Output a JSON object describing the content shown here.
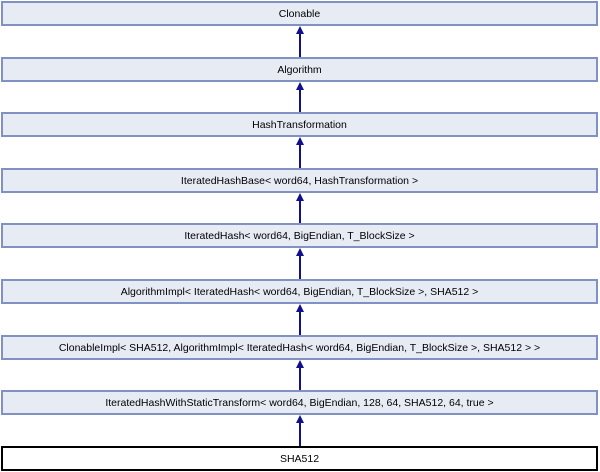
{
  "diagram": {
    "type": "class-inheritance-graph",
    "orientation": "vertical, arrows point upward from derived class to base class",
    "nodes": [
      {
        "label": "Clonable"
      },
      {
        "label": "Algorithm"
      },
      {
        "label": "HashTransformation"
      },
      {
        "label": "IteratedHashBase< word64, HashTransformation >"
      },
      {
        "label": "IteratedHash< word64, BigEndian, T_BlockSize >"
      },
      {
        "label": "AlgorithmImpl< IteratedHash< word64, BigEndian, T_BlockSize >, SHA512 >"
      },
      {
        "label": "ClonableImpl< SHA512, AlgorithmImpl< IteratedHash< word64, BigEndian, T_BlockSize >, SHA512 > >"
      },
      {
        "label": "IteratedHashWithStaticTransform< word64, BigEndian, 128, 64, SHA512, 64, true >"
      },
      {
        "label": "SHA512",
        "current": true
      }
    ],
    "edges": [
      {
        "from": 1,
        "to": 0
      },
      {
        "from": 2,
        "to": 1
      },
      {
        "from": 3,
        "to": 2
      },
      {
        "from": 4,
        "to": 3
      },
      {
        "from": 5,
        "to": 4
      },
      {
        "from": 6,
        "to": 5
      },
      {
        "from": 7,
        "to": 6
      },
      {
        "from": 8,
        "to": 7
      }
    ],
    "colors": {
      "node_fill": "#E7EBF4",
      "node_border": "#8291C3",
      "current_fill": "#FFFFFF",
      "current_border": "#000000",
      "arrow_color": "#10108E",
      "text_color": "#000000"
    }
  }
}
